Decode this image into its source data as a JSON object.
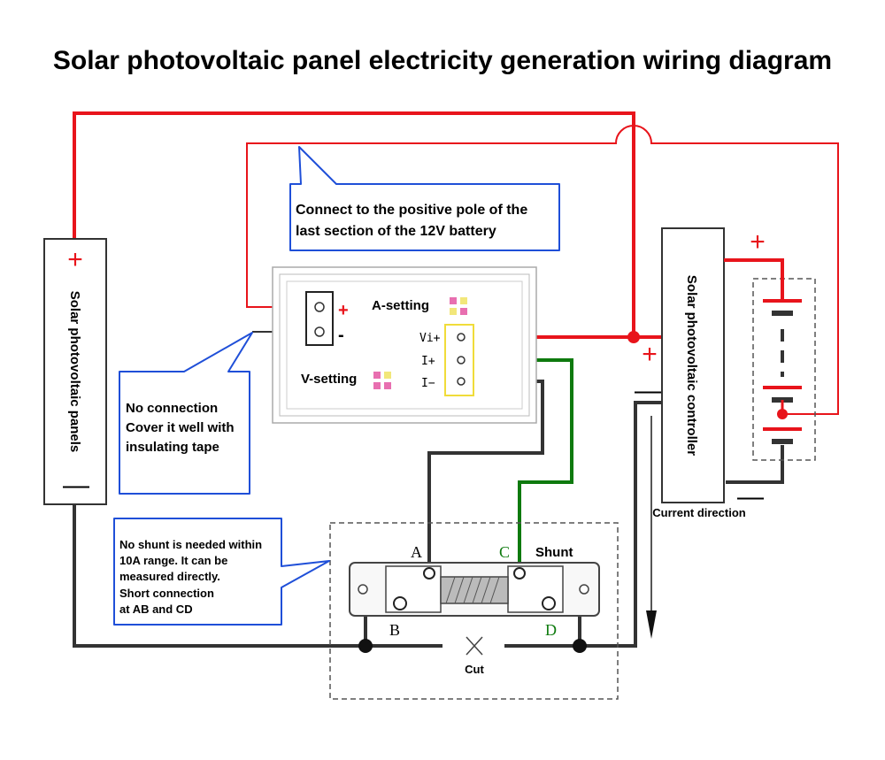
{
  "title": "Solar photovoltaic panel electricity generation wiring diagram",
  "solar_panels": {
    "label": "Solar photovoltaic panels",
    "plus": "+",
    "minus": "—"
  },
  "controller": {
    "label": "Solar photovoltaic controller",
    "plus": "+",
    "minus": "—",
    "current_direction": "Current direction"
  },
  "battery": {
    "plus": "+",
    "minus": "—"
  },
  "meter": {
    "a_setting": "A-setting",
    "v_setting": "V-setting",
    "plus": "+",
    "minus": "-",
    "pins": [
      "Vi+",
      "I+",
      "I−"
    ]
  },
  "callouts": {
    "battery_note": [
      "Connect to the positive pole of the",
      "last section of the 12V battery"
    ],
    "no_connection": [
      "No connection",
      "Cover it well with",
      "insulating tape"
    ],
    "shunt_note": [
      "No shunt is needed within",
      "10A range. It can be",
      "measured directly.",
      "Short connection",
      "at AB and CD"
    ]
  },
  "shunt": {
    "label": "Shunt",
    "a": "A",
    "b": "B",
    "c": "C",
    "d": "D",
    "cut": "Cut"
  },
  "colors": {
    "red_wire": "#e8141b",
    "green_wire": "#0e7a0e",
    "black_wire": "#333333",
    "callout_border": "#1f4fd8",
    "pin_highlight": "#f2e77a",
    "setting_pad": "#e86fb0"
  }
}
